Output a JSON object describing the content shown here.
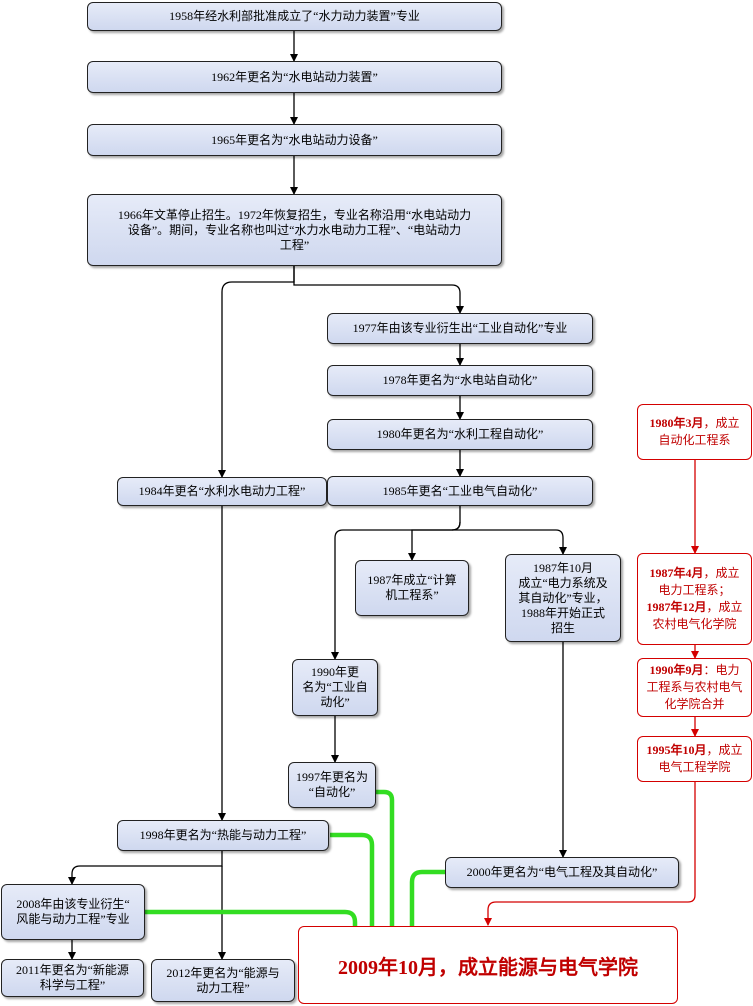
{
  "nodes": {
    "n1958": "1958年经水利部批准成立了“水力动力装置”专业",
    "n1962": "1962年更名为“水电站动力装置”",
    "n1965": "1965年更名为“水电站动力设备”",
    "n1966": [
      "1966年文革停止招生。1972年恢复招生，专业名称沿用“水电站动力",
      "设备”。期间，专业名称也叫过“水力水电动力工程”、“电站动力",
      "工程”"
    ],
    "n1977": "1977年由该专业衍生出“工业自动化”专业",
    "n1978": "1978年更名为“水电站自动化”",
    "n1980": "1980年更名为“水利工程自动化”",
    "n1984": "1984年更名“水利水电动力工程”",
    "n1985": "1985年更名“工业电气自动化”",
    "n1987a": [
      "1987年成立“计算",
      "机工程系”"
    ],
    "n1987b": [
      "1987年10月",
      "成立“电力系统及",
      "其自动化”专业，",
      "1988年开始正式",
      "招生"
    ],
    "n1990": [
      "1990年更",
      "名为“工业自",
      "动化”"
    ],
    "n1997": [
      "1997年更名为",
      "“自动化”"
    ],
    "n1998": "1998年更名为“热能与动力工程”",
    "n2000": "2000年更名为“电气工程及其自动化”",
    "n2008": [
      "2008年由该专业衍生“",
      "风能与动力工程”专业"
    ],
    "n2011": [
      "2011年更名为“新能源",
      "科学与工程”"
    ],
    "n2012": [
      "2012年更名为“能源与",
      "动力工程”"
    ]
  },
  "red_nodes": {
    "r1980": [
      {
        "b": "1980年3月",
        "t": "，成立"
      },
      {
        "b": "",
        "t": "自动化工程系"
      }
    ],
    "r1987": [
      {
        "b": "1987年4月",
        "t": "，成立"
      },
      {
        "b": "",
        "t": "电力工程系；"
      },
      {
        "b": "1987年12月",
        "t": "，成立"
      },
      {
        "b": "",
        "t": "农村电气化学院"
      }
    ],
    "r1990": [
      {
        "b": "1990年9月",
        "t": "：电力"
      },
      {
        "b": "",
        "t": "工程系与农村电气"
      },
      {
        "b": "",
        "t": "化学院合并"
      }
    ],
    "r1995": [
      {
        "b": "1995年10月",
        "t": "，成立"
      },
      {
        "b": "",
        "t": "电气工程学院"
      }
    ]
  },
  "final": "2009年10月，成立能源与电气学院",
  "colors": {
    "red": "#d40000",
    "green": "#33dd22",
    "black": "#000000",
    "box_fill": "#d6ddf2"
  }
}
